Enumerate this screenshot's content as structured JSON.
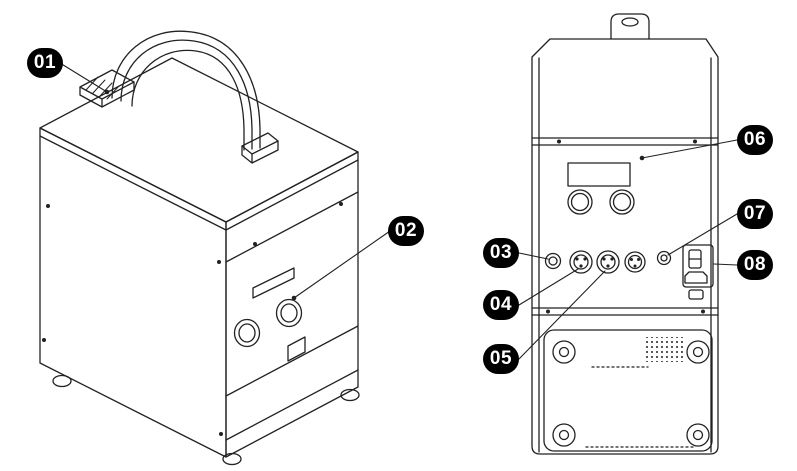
{
  "colors": {
    "background": "#ffffff",
    "line": "#222222",
    "badge_bg": "#000000",
    "badge_text": "#ffffff"
  },
  "callouts": [
    {
      "id": "01",
      "label": "01",
      "target": "top-bracket"
    },
    {
      "id": "02",
      "label": "02",
      "target": "front-control-panel"
    },
    {
      "id": "03",
      "label": "03",
      "target": "small-connector-left"
    },
    {
      "id": "04",
      "label": "04",
      "target": "xlr-connector-a"
    },
    {
      "id": "05",
      "label": "05",
      "target": "xlr-connector-b"
    },
    {
      "id": "06",
      "label": "06",
      "target": "rating-label-plate"
    },
    {
      "id": "07",
      "label": "07",
      "target": "small-connector-right"
    },
    {
      "id": "08",
      "label": "08",
      "target": "power-switch-module"
    }
  ]
}
